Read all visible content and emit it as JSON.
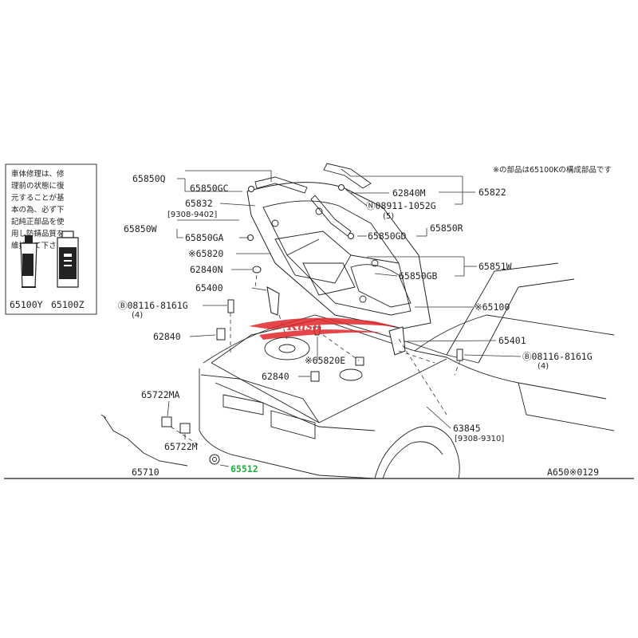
{
  "notice_jp": "※の部品は65100Kの構成部品です",
  "side_note_jp": [
    "車体修理は、修",
    "理前の状態に復",
    "元することが基",
    "本の為、必ず下",
    "記純正部品を使",
    "用し防錆品質を",
    "維持して下さい"
  ],
  "overlay_text": "Kusu",
  "labels": {
    "p65850Q": "65850Q",
    "p65850GC": "65850GC",
    "p65832": "65832",
    "p65832_range": "[9308-9402]",
    "p65850W": "65850W",
    "p65850GA": "65850GA",
    "p65820": "※65820",
    "p62840N": "62840N",
    "p65400": "65400",
    "bolt1": "Ⓑ08116-8161G",
    "bolt1_qty": "(4)",
    "p62840a": "62840",
    "p65722MA": "65722MA",
    "p62840b": "62840",
    "p65722M": "65722M",
    "p65710": "65710",
    "p65512": "65512",
    "p65100Y": "65100Y",
    "p65100Z": "65100Z",
    "p62840M": "62840M",
    "p65822": "65822",
    "nut": "Ⓝ08911-1052G",
    "nut_qty": "(5)",
    "p65850GD": "65850GD",
    "p65850R": "65850R",
    "p65850GB": "65850GB",
    "p65851W": "65851W",
    "p65100": "※65100",
    "p65820E": "※65820E",
    "p65401": "65401",
    "bolt2": "Ⓑ08116-8161G",
    "bolt2_qty": "(4)",
    "p63845": "63845",
    "p63845_range": "[9308-9310]",
    "ref": "A650※0129"
  },
  "colors": {
    "highlight": "#1fae3a",
    "logo": "#e0262b"
  }
}
